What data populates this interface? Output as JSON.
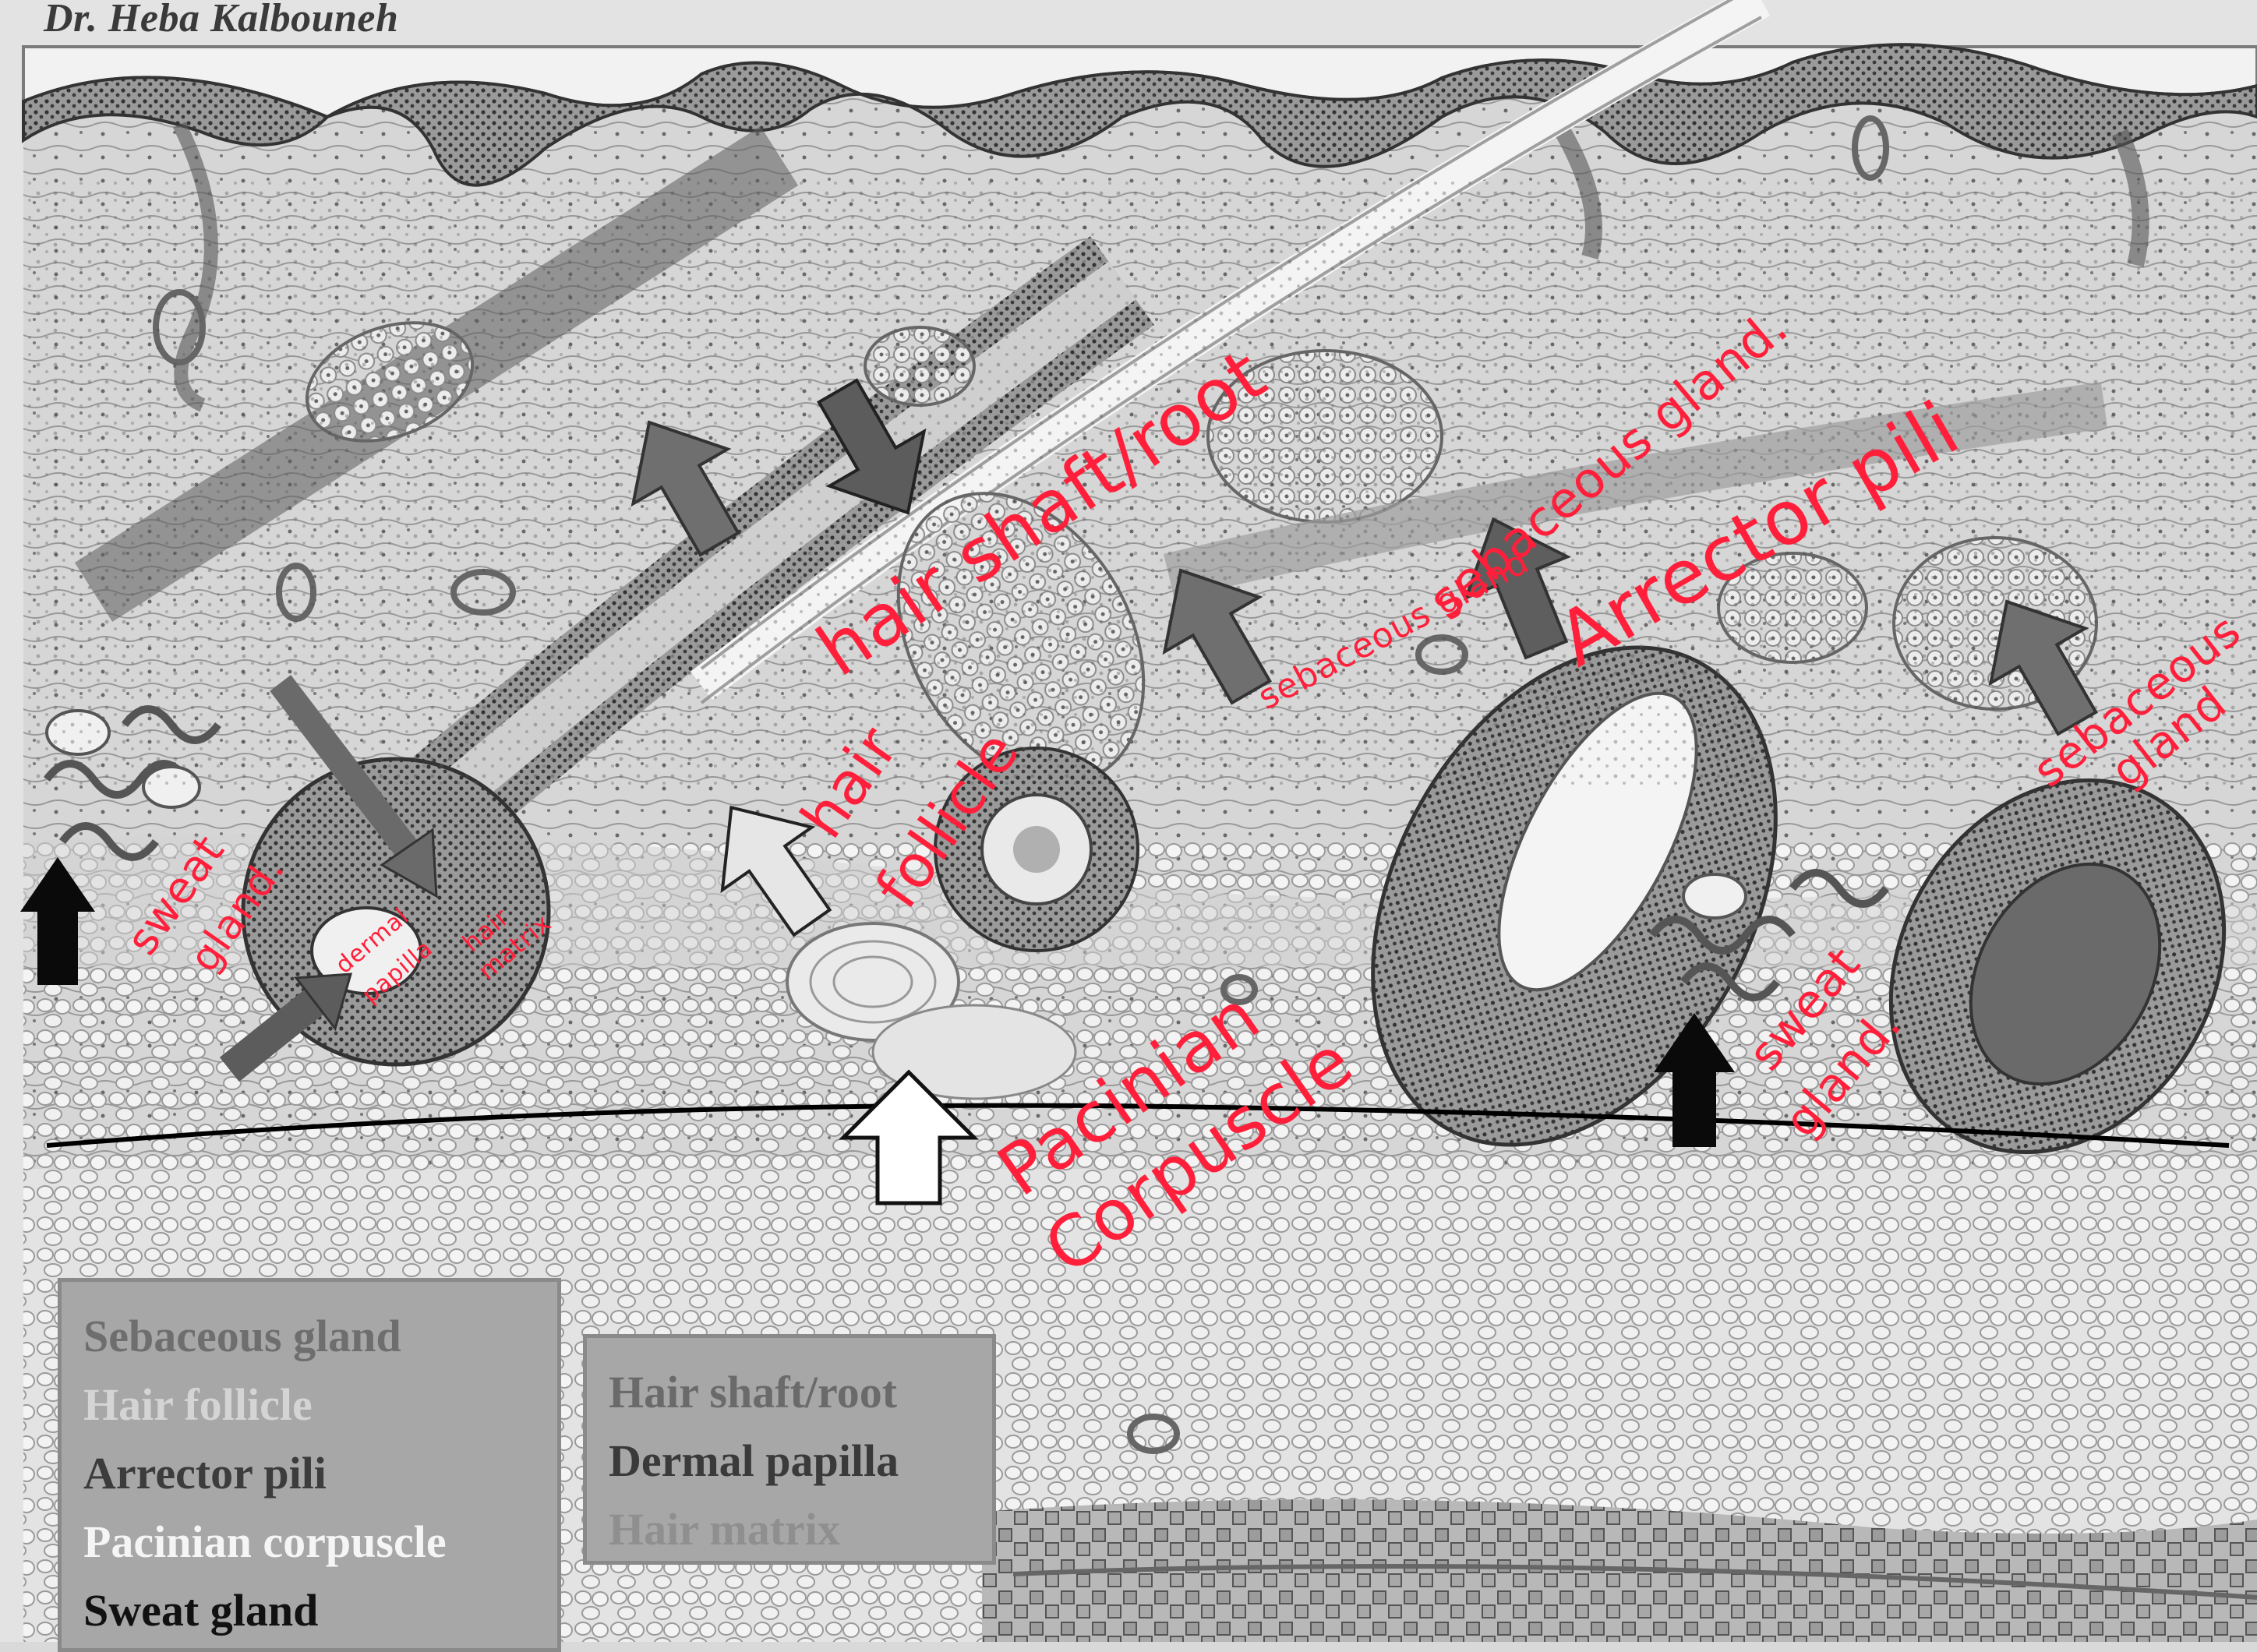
{
  "author": "Dr. Heba Kalbouneh",
  "legend_left": [
    {
      "label": "Sebaceous gland",
      "color": "#6e6e6e"
    },
    {
      "label": "Hair follicle",
      "color": "#d4d4d4"
    },
    {
      "label": "Arrector pili",
      "color": "#3c3c3c"
    },
    {
      "label": "Pacinian corpuscle",
      "color": "#f5f5f5"
    },
    {
      "label": "Sweat gland",
      "color": "#111111"
    }
  ],
  "legend_right": [
    {
      "label": "Hair shaft/root",
      "color": "#6a6a6a"
    },
    {
      "label": "Dermal papilla",
      "color": "#3a3a3a"
    },
    {
      "label": "Hair matrix",
      "color": "#8f8f8f"
    }
  ],
  "annotations": {
    "hair_shaft": "hair shaft/root",
    "sebaceous_mid": "sebaceous gland.",
    "sebaceous_small": "sebaceous gland",
    "arrector": "Arrector pili",
    "sebaceous_right_1": "sebaceous",
    "sebaceous_right_2": "gland",
    "sweat_left_1": "sweat",
    "sweat_left_2": "gland.",
    "hair_follicle_1": "hair",
    "hair_follicle_2": "follicle",
    "dermal_papilla_1": "dermal",
    "dermal_papilla_2": "papilla",
    "hair_matrix_1": "hair",
    "hair_matrix_2": "matrix",
    "pacinian_1": "Pacinian",
    "pacinian_2": "Corpuscle",
    "sweat_right_1": "sweat",
    "sweat_right_2": "gland."
  },
  "colors": {
    "annotation": "#ff1f3a",
    "arrow_dark": "#6f6f6f",
    "arrow_light": "#e6e6e6",
    "arrow_white": "#ffffff",
    "arrow_black": "#0a0a0a"
  }
}
